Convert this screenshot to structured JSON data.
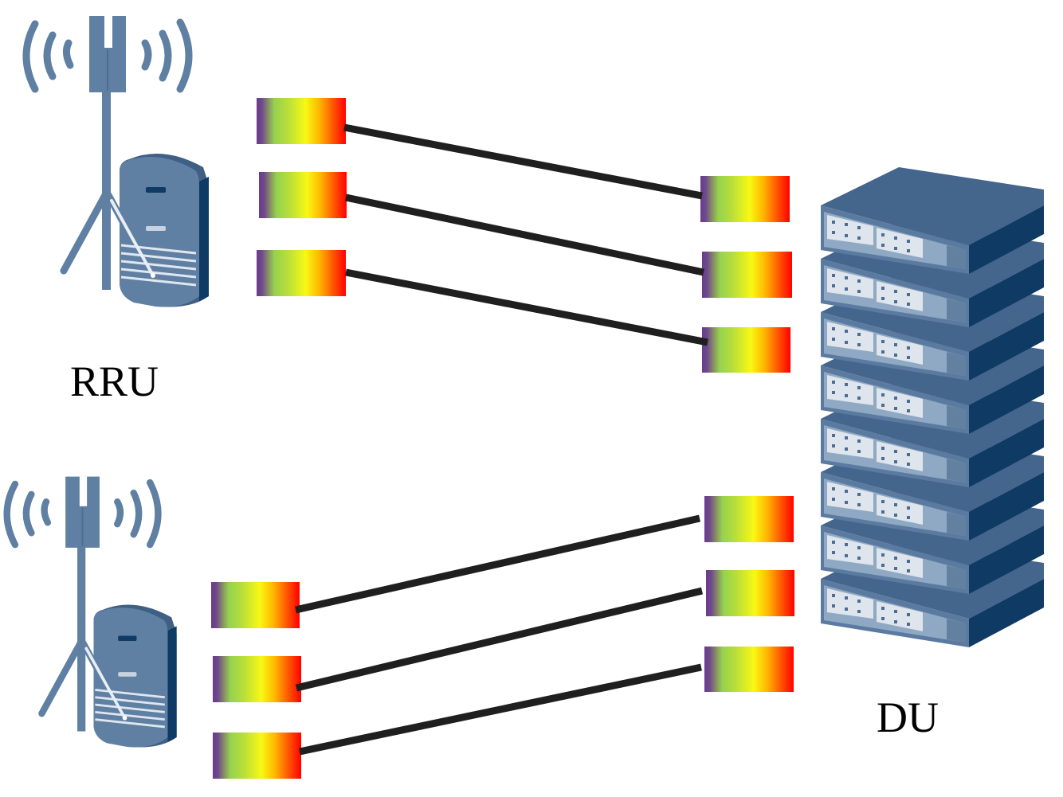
{
  "diagram": {
    "type": "network-topology",
    "labels": {
      "rru": "RRU",
      "du": "DU"
    },
    "nodes": [
      {
        "id": "rru-1",
        "kind": "rru-tower-icon",
        "label": "RRU"
      },
      {
        "id": "rru-2",
        "kind": "rru-tower-icon",
        "label": ""
      },
      {
        "id": "du",
        "kind": "du-server-stack-icon",
        "label": "DU",
        "units": 8
      }
    ],
    "ports": {
      "rru_side": [
        "rru-port-1",
        "rru-port-2",
        "rru-port-3",
        "rru-port-4",
        "rru-port-5",
        "rru-port-6"
      ],
      "du_side": [
        "du-port-1",
        "du-port-2",
        "du-port-3",
        "du-port-4",
        "du-port-5",
        "du-port-6"
      ]
    },
    "links": [
      {
        "from": "rru-port-1",
        "to": "du-port-1"
      },
      {
        "from": "rru-port-2",
        "to": "du-port-2"
      },
      {
        "from": "rru-port-3",
        "to": "du-port-3"
      },
      {
        "from": "rru-port-4",
        "to": "du-port-4"
      },
      {
        "from": "rru-port-5",
        "to": "du-port-5"
      },
      {
        "from": "rru-port-6",
        "to": "du-port-6"
      }
    ],
    "colors": {
      "icon_primary": "#5f7fa3",
      "icon_dark": "#0f3a63",
      "icon_mid": "#3f5f85",
      "icon_light": "#8fa9c4",
      "port_panel": "#dfe5ec",
      "link": "#1f1f1f",
      "gradient": [
        "#6a3a8c",
        "#93d14e",
        "#f7f716",
        "#ff9a00",
        "#ff0000"
      ]
    }
  }
}
